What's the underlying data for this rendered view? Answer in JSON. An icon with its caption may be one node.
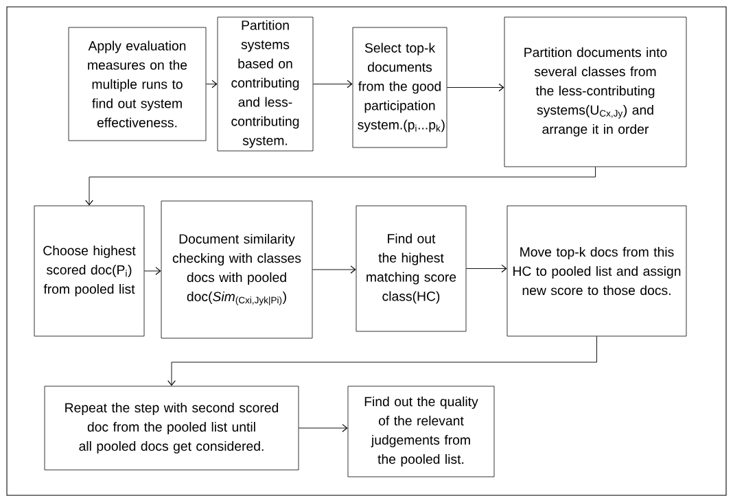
{
  "diagram": {
    "nodes": [
      {
        "text": [
          "Apply evaluation measures on the multiple runs to find out system effectiveness."
        ]
      },
      {
        "text": [
          "Partition systems based on contributing and less-contributing system."
        ]
      },
      {
        "text": [
          "Select top-k documents from the good participation system.(p$_{i}$...p$_{k}$)"
        ]
      },
      {
        "text": [
          "Partition documents into several classes from the less-contributing systems(U$_{Cx,Jy}$) and arrange it in order"
        ]
      },
      {
        "text": [
          "Choose highest scored doc(P$_{i}$) from pooled list"
        ]
      },
      {
        "text": [
          "Document similarity checking with classes docs with pooled doc(*Sim*$_{(Cxi,Jyk|Pi)}$)"
        ]
      },
      {
        "text": [
          "Find out the highest matching score class(HC)"
        ]
      },
      {
        "text": [
          "Move top-k docs from this HC to pooled list and assign new score to those docs."
        ]
      },
      {
        "text": [
          "Repeat the step with second scored doc from the pooled list until all pooled docs get considered."
        ]
      },
      {
        "text": [
          "Find out the quality of the relevant judgements from the pooled list."
        ]
      }
    ],
    "edges": [
      {
        "from": 0,
        "to": 1,
        "arrow": "to"
      },
      {
        "from": 1,
        "to": 2,
        "arrow": "to"
      },
      {
        "from": 2,
        "to": 3,
        "arrow": "to"
      },
      {
        "from": 3,
        "to": 4,
        "arrow": "to"
      },
      {
        "from": 4,
        "to": 5,
        "arrow": "to"
      },
      {
        "from": 5,
        "to": 6,
        "arrow": "to"
      },
      {
        "from": 6,
        "to": 7,
        "arrow": "to"
      },
      {
        "from": 7,
        "to": 8,
        "arrow": "to"
      },
      {
        "from": 8,
        "to": 9,
        "arrow": "to"
      }
    ]
  }
}
